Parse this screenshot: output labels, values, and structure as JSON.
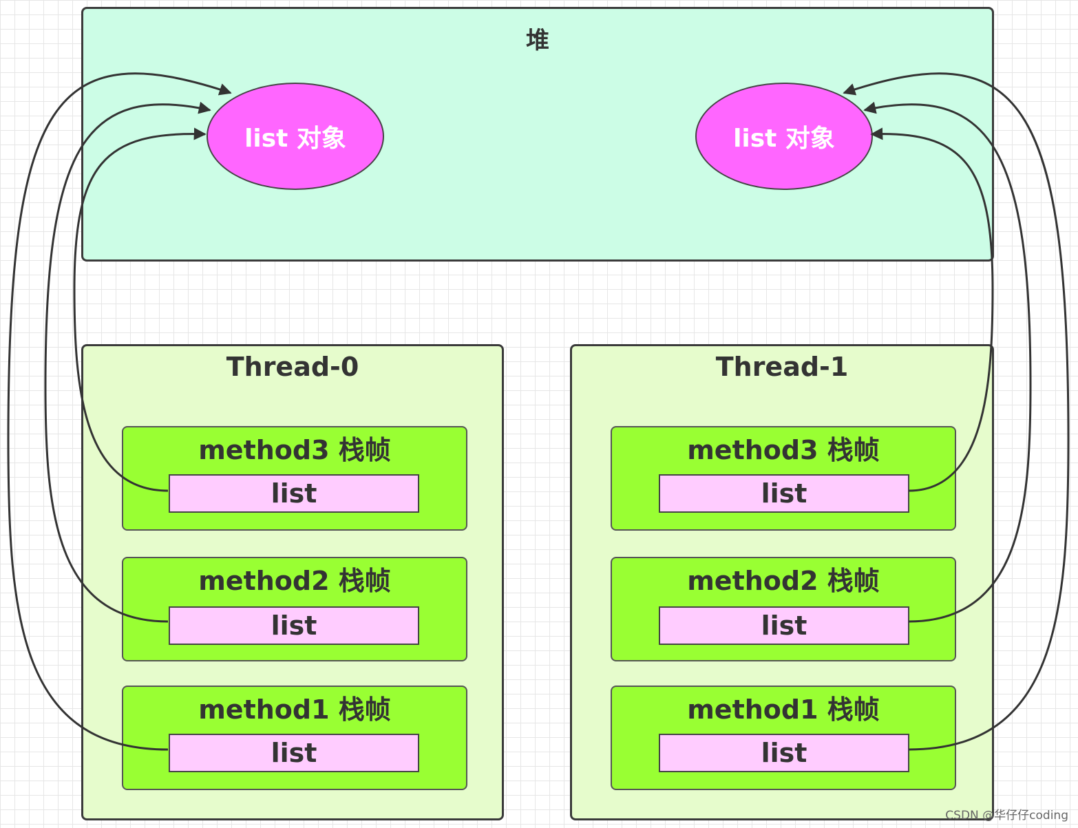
{
  "heap": {
    "title": "堆",
    "objects": [
      {
        "label": "list 对象"
      },
      {
        "label": "list 对象"
      }
    ]
  },
  "threads": [
    {
      "title": "Thread-0",
      "frames": [
        {
          "title": "method3 栈帧",
          "var": "list"
        },
        {
          "title": "method2 栈帧",
          "var": "list"
        },
        {
          "title": "method1 栈帧",
          "var": "list"
        }
      ]
    },
    {
      "title": "Thread-1",
      "frames": [
        {
          "title": "method3 栈帧",
          "var": "list"
        },
        {
          "title": "method2 栈帧",
          "var": "list"
        },
        {
          "title": "method1 栈帧",
          "var": "list"
        }
      ]
    }
  ],
  "watermark": "CSDN @华仔仔coding",
  "colors": {
    "heap": "#ccfde6",
    "thread": "#e6fccc",
    "frame": "#99ff33",
    "variable": "#ffccff",
    "object": "#ff66ff"
  }
}
